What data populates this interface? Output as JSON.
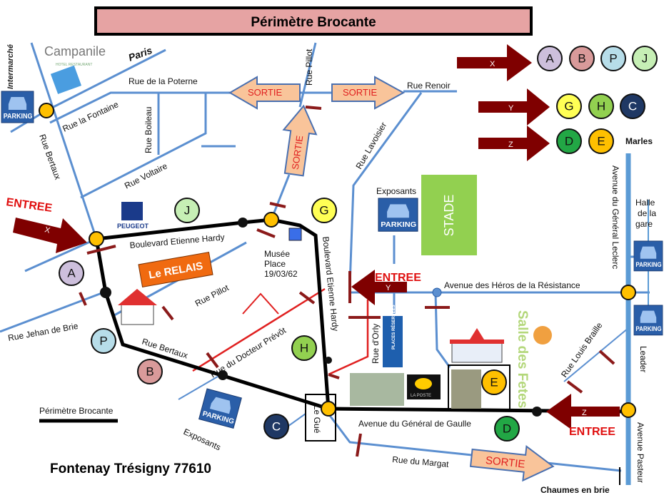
{
  "title": "Périmètre Brocante",
  "town": "Fontenay Trésigny 77610",
  "legend_label": "Périmètre Brocante",
  "streets": {
    "paris": "Paris",
    "poterne": "Rue de la Poterne",
    "fontaine": "Rue la Fontaine",
    "boileau": "Rue Boileau",
    "voltaire": "Rue Voltaire",
    "bertaux_north": "Rue Bertaux",
    "pillot_north": "Rue Pillot",
    "renoir": "Rue Renoir",
    "lavoisier": "Rue Lavoisier",
    "bd_hardy": "Boulevard Etienne Hardy",
    "bd_hardy_vert": "Boulevard Etienne Hardy",
    "pillot_south": "Rue Pillot",
    "jehan": "Rue Jehan de Brie",
    "bertaux_south": "Rue Bertaux",
    "prevot": "Rue du Docteur Prévôt",
    "orly": "Rue d'Orly",
    "heros": "Avenue des Héros de la Résistance",
    "leclerc": "Avenue du Général Leclerc",
    "gaulle": "Avenue du Général de Gaulle",
    "margat": "Rue du Margat",
    "braille": "Rue Louis Braille",
    "pasteur": "Avenue Pasteur",
    "gue": "Le Gué"
  },
  "places": {
    "marles": "Marles",
    "halle": [
      "Halle",
      "de la",
      "gare"
    ],
    "leader": "Leader",
    "chaumes": "Chaumes en brie",
    "stade": "STADE",
    "exposants_top": "Exposants",
    "exposants_bottom": "Exposants",
    "musee": [
      "Musée",
      "Place",
      "19/03/62"
    ],
    "relais": "Le RELAIS",
    "salle": "Salle des Fetes",
    "peugeot": "PEUGEOT",
    "campanile": "Campanile",
    "campanile_sub": "HOTEL RESTAURANT",
    "intermarche": "Intermarché",
    "places_reservees": "PLACES RÉSERVÉES",
    "la_poste": "LA POSTE"
  },
  "signs": {
    "entree": "ENTREE",
    "sortie": "SORTIE",
    "parking": "PARKING"
  },
  "arrow_letters": {
    "x": "X",
    "y": "Y",
    "z": "Z"
  },
  "zones": {
    "A": {
      "label": "A",
      "color": "#cdbfdc"
    },
    "B": {
      "label": "B",
      "color": "#d99a9a"
    },
    "P": {
      "label": "P",
      "color": "#b7dde9"
    },
    "J": {
      "label": "J",
      "color": "#c6efb5"
    },
    "G": {
      "label": "G",
      "color": "#ffff55"
    },
    "H": {
      "label": "H",
      "color": "#92d050"
    },
    "C": {
      "label": "C",
      "color": "#1f3864"
    },
    "D": {
      "label": "D",
      "color": "#22a745"
    },
    "E": {
      "label": "E",
      "color": "#ffc000"
    }
  },
  "colors": {
    "road": "#5b8fd0",
    "perimeter": "#000000",
    "arrow": "#7f0000",
    "sortie_fill": "#f9c49a",
    "junction": "#ffc000",
    "title_bg": "#e6a3a3"
  }
}
